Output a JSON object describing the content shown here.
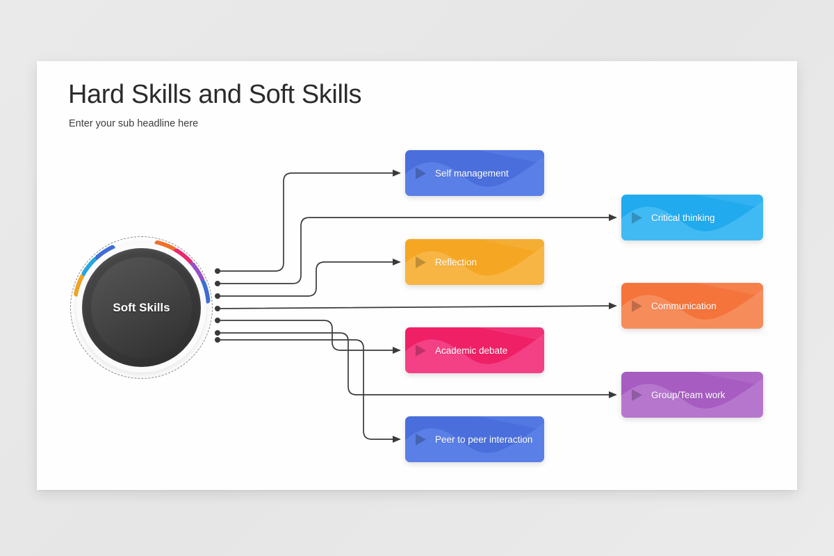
{
  "slide": {
    "title": "Hard Skills and Soft Skills",
    "subtitle": "Enter your sub headline here"
  },
  "hub": {
    "label": "Soft Skills",
    "arc_colors": [
      "#f5a623",
      "#29a8e0",
      "#3f6fd8",
      "#f2712c",
      "#ec2a72",
      "#9b51c9",
      "#3f6fd8"
    ]
  },
  "icons": {
    "play": "play-triangle-icon"
  },
  "left_items": [
    {
      "label": "Self management",
      "color": "#4a6fdc",
      "accent": "#5d83e8",
      "dot_index": 0
    },
    {
      "label": "Reflection",
      "color": "#f5a623",
      "accent": "#f7b84a",
      "dot_index": 2
    },
    {
      "label": "Academic debate",
      "color": "#ef2066",
      "accent": "#f4468a",
      "dot_index": 4
    },
    {
      "label": "Peer to peer interaction",
      "color": "#4a6fdc",
      "accent": "#5d83e8",
      "dot_index": 6
    }
  ],
  "right_items": [
    {
      "label": "Critical thinking",
      "color": "#21aaee",
      "accent": "#47bdf4",
      "dot_index": 1
    },
    {
      "label": "Communication",
      "color": "#f4743b",
      "accent": "#f79061",
      "dot_index": 3
    },
    {
      "label": "Group/Team work",
      "color": "#a65cc0",
      "accent": "#b87ad0",
      "dot_index": 5
    }
  ],
  "connector": {
    "line_color": "#3a3a3a",
    "dot_color": "#3a3a3a"
  }
}
